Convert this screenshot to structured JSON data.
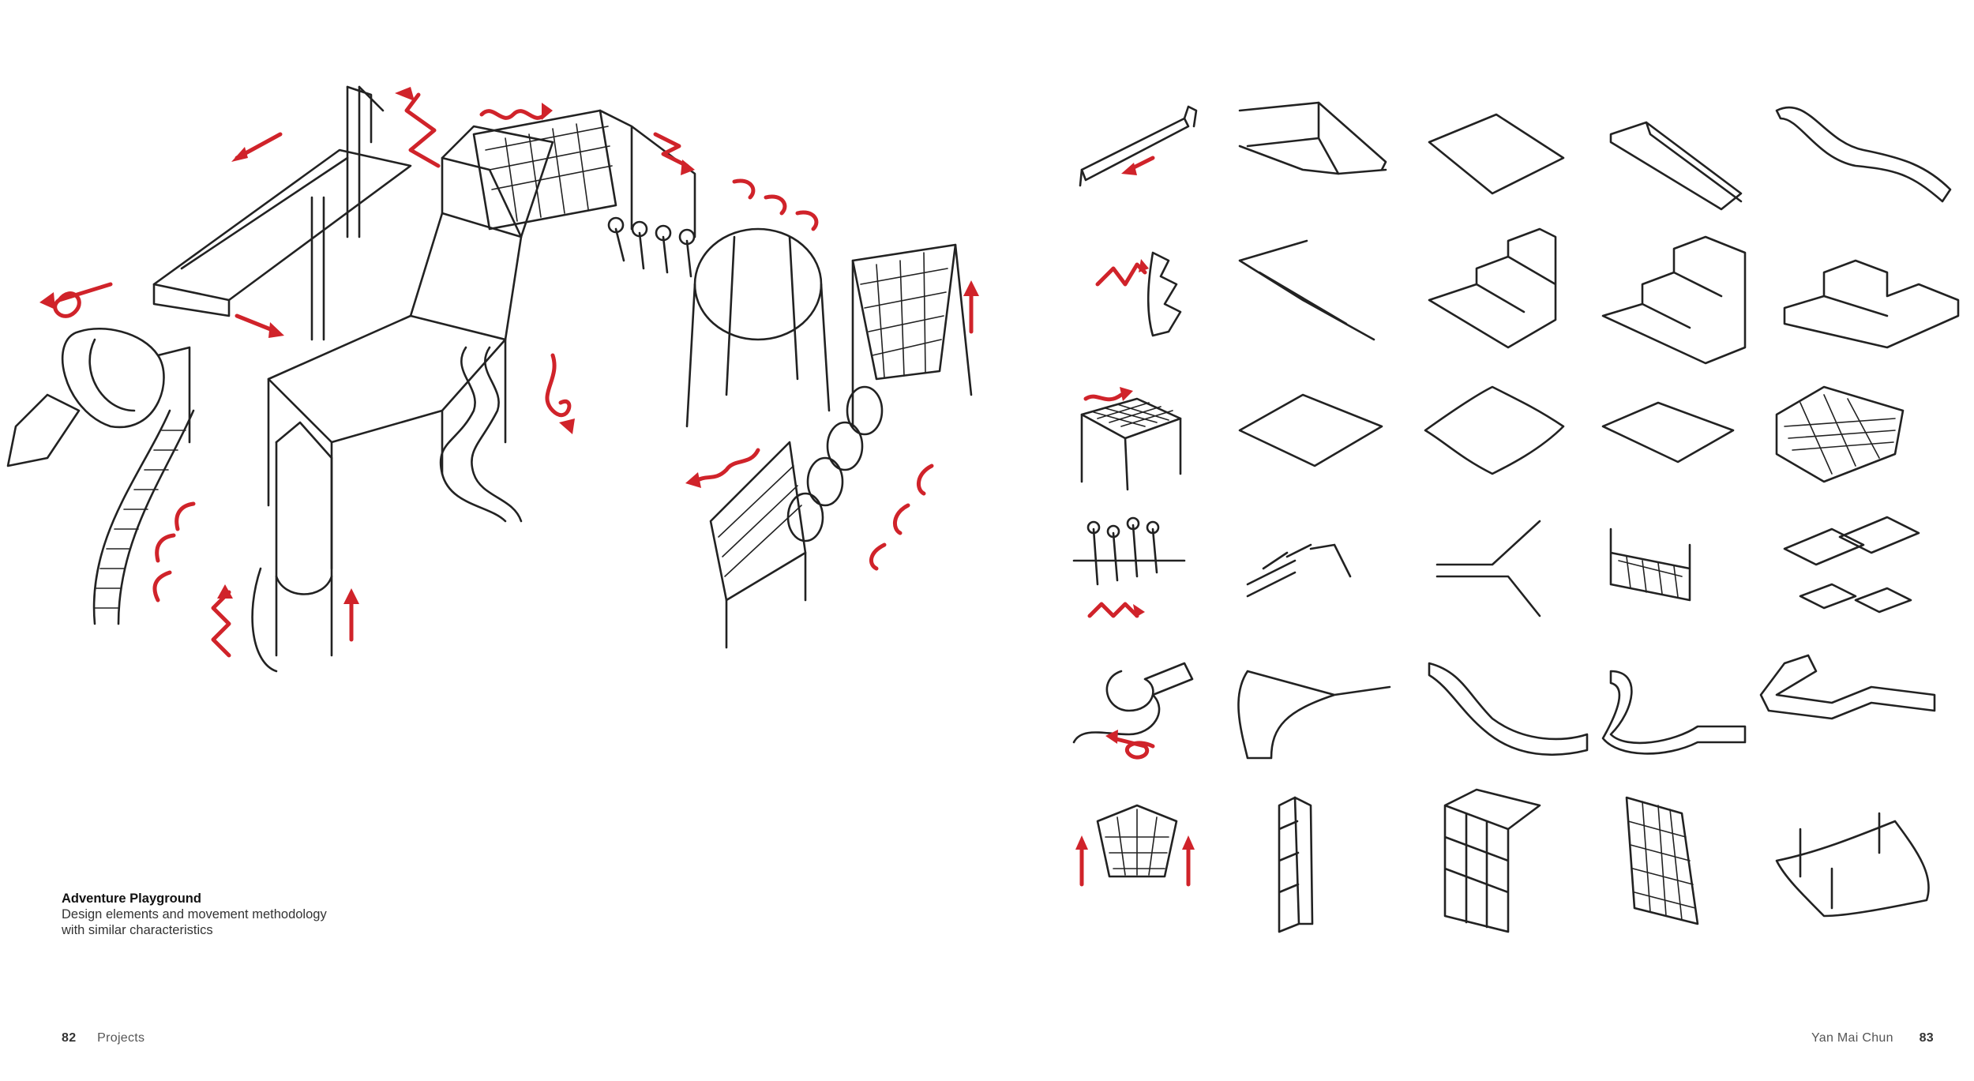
{
  "caption": {
    "title": "Adventure Playground",
    "description_line1": "Design elements and movement methodology",
    "description_line2": "with similar characteristics"
  },
  "footer": {
    "left_page_number": "82",
    "left_section": "Projects",
    "right_author": "Yan Mai Chun",
    "right_page_number": "83"
  },
  "colors": {
    "accent": "#d0232a",
    "ink": "#222222",
    "background": "#ffffff"
  },
  "matrix": {
    "rows": 6,
    "columns": 5,
    "row_types": [
      "slide",
      "steps",
      "net-platform",
      "stepping-poles",
      "tube-slide",
      "climbing-net"
    ]
  }
}
